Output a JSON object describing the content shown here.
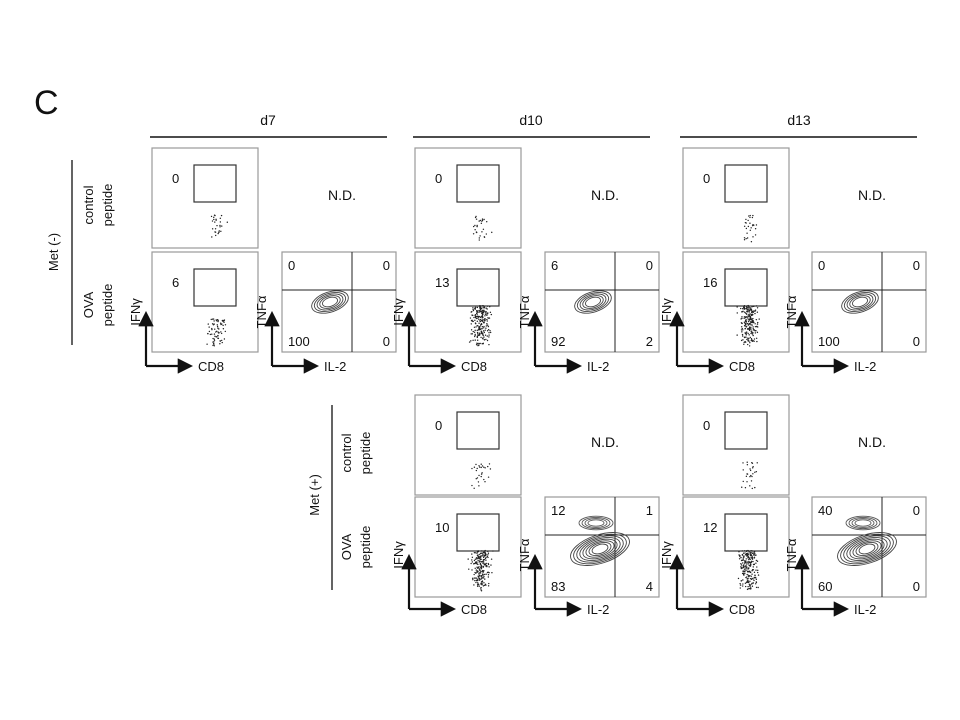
{
  "panel_letter": "C",
  "timepoints": [
    "d7",
    "d10",
    "d13"
  ],
  "groups": [
    {
      "condition": "Met (-)",
      "rows": [
        [
          "control",
          "peptide"
        ],
        [
          "OVA",
          "peptide"
        ]
      ]
    },
    {
      "condition": "Met (+)",
      "rows": [
        [
          "control",
          "peptide"
        ],
        [
          "OVA",
          "peptide"
        ]
      ]
    }
  ],
  "axes": {
    "ifn_y": "IFNγ",
    "cd8_x": "CD8",
    "tnf_y": "TNFα",
    "il2_x": "IL-2"
  },
  "not_determined": "N.D.",
  "panels": [
    {
      "group": "Met (-)",
      "day": "d7",
      "control_gate": "0",
      "ova_gate": "6",
      "quadrants": {
        "ul": "0",
        "ur": "0",
        "ll": "100",
        "lr": "0"
      }
    },
    {
      "group": "Met (-)",
      "day": "d10",
      "control_gate": "0",
      "ova_gate": "13",
      "quadrants": {
        "ul": "6",
        "ur": "0",
        "ll": "92",
        "lr": "2"
      }
    },
    {
      "group": "Met (-)",
      "day": "d13",
      "control_gate": "0",
      "ova_gate": "16",
      "quadrants": {
        "ul": "0",
        "ur": "0",
        "ll": "100",
        "lr": "0"
      }
    },
    {
      "group": "Met (+)",
      "day": "d10",
      "control_gate": "0",
      "ova_gate": "10",
      "quadrants": {
        "ul": "12",
        "ur": "1",
        "ll": "83",
        "lr": "4"
      }
    },
    {
      "group": "Met (+)",
      "day": "d13",
      "control_gate": "0",
      "ova_gate": "12",
      "quadrants": {
        "ul": "40",
        "ur": "0",
        "ll": "60",
        "lr": "0"
      }
    }
  ]
}
